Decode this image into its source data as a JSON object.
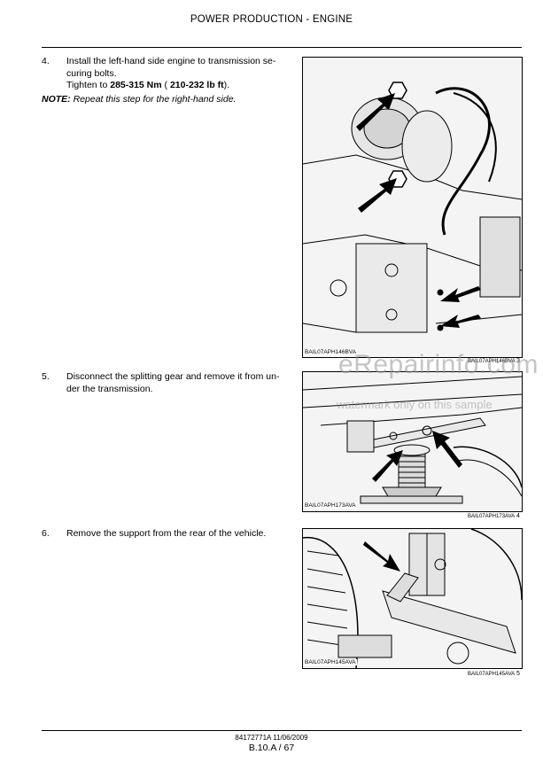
{
  "header": {
    "title": "POWER PRODUCTION - ENGINE"
  },
  "steps": [
    {
      "number": "4.",
      "line1": "Install the left-hand side engine to transmission se-",
      "line2": "curing bolts.",
      "line3_prefix": "Tighten to ",
      "line3_bold1": "285-315 Nm",
      "line3_mid": " ( ",
      "line3_bold2": "210-232 lb ft",
      "line3_suffix": ").",
      "note_label": "NOTE:",
      "note_text": " Repeat this step for the right-hand side.",
      "figure_code": "BAIL07APH146BVA",
      "caption": "BAIL07APH146BVA",
      "figure_number": "3"
    },
    {
      "number": "5.",
      "line1": "Disconnect the splitting gear and remove it from un-",
      "line2": "der the transmission.",
      "figure_code": "BAIL07APH173AVA",
      "caption": "BAIL07APH173AVA",
      "figure_number": "4"
    },
    {
      "number": "6.",
      "line1": "Remove the support from the rear of the vehicle.",
      "figure_code": "BAIL07APH145AVA",
      "caption": "BAIL07APH145AVA",
      "figure_number": "5"
    }
  ],
  "watermark": {
    "line1": "eRepairinfo.com",
    "line2": "watermark only on this sample"
  },
  "footer": {
    "doc_id": "84172771A 11/06/2009",
    "page": "B.10.A / 67"
  }
}
